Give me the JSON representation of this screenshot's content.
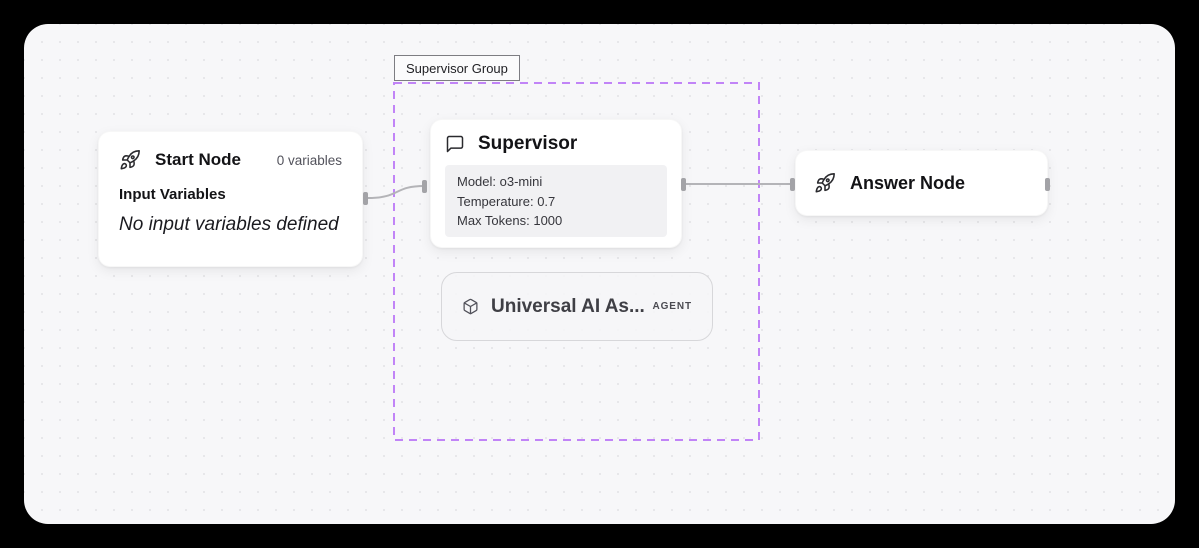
{
  "workflow": {
    "group": {
      "label": "Supervisor Group"
    },
    "start_node": {
      "title": "Start Node",
      "variables_badge": "0 variables",
      "section_heading": "Input Variables",
      "empty_message": "No input variables defined"
    },
    "supervisor_node": {
      "title": "Supervisor",
      "config": {
        "model_line": "Model: o3-mini",
        "temperature_line": "Temperature: 0.7",
        "max_tokens_line": "Max Tokens: 1000"
      }
    },
    "agent_node": {
      "title": "Universal AI As...",
      "type_badge": "AGENT"
    },
    "answer_node": {
      "title": "Answer Node"
    }
  },
  "colors": {
    "canvas-bg": "#f7f7f9",
    "outer-bg": "#000000",
    "card-bg": "#ffffff",
    "config-bg": "#f1f1f3",
    "group-border": "#c184f7",
    "edge": "#b4b4b8",
    "handle": "#a3a3a7"
  }
}
